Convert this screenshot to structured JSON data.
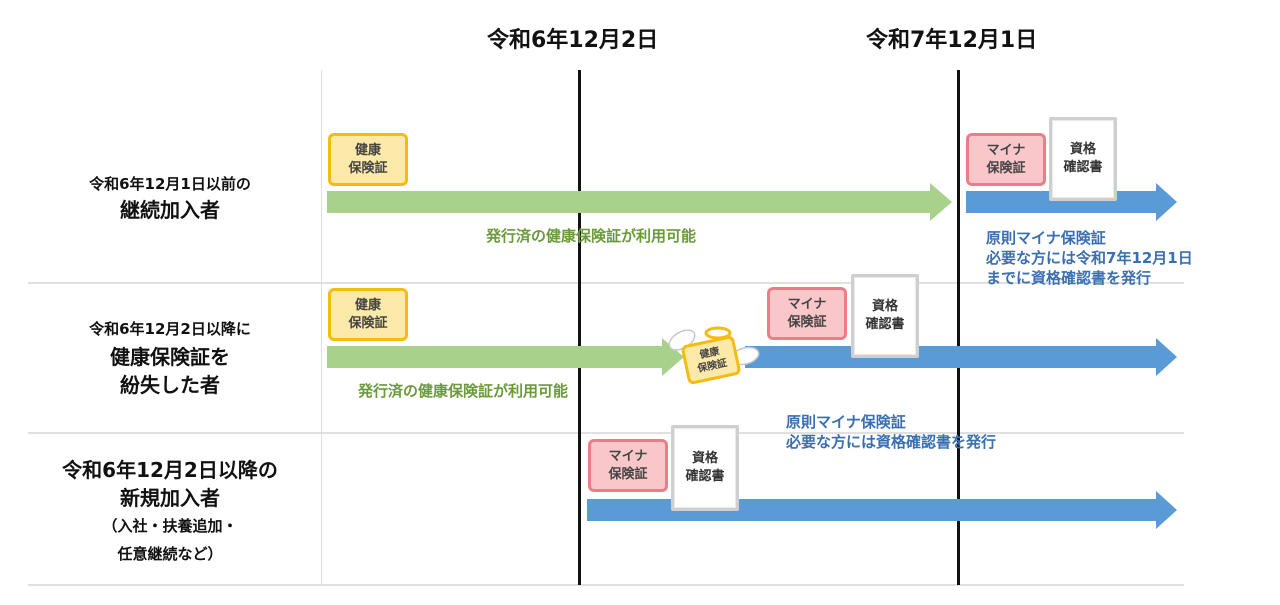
{
  "headers": {
    "date1": "令和6年12月2日",
    "date2": "令和7年12月1日"
  },
  "rows": [
    {
      "label_lines": [
        "令和6年12月1日以前の",
        "継続加入者"
      ]
    },
    {
      "label_lines": [
        "令和6年12月2日以降に",
        "健康保険証を",
        "紛失した者"
      ]
    },
    {
      "label_lines": [
        "令和6年12月2日以降の",
        "新規加入者",
        "（入社・扶養追加・",
        "任意継続など）"
      ]
    }
  ],
  "cards": {
    "kenko": [
      "健康",
      "保険証"
    ],
    "myna": [
      "マイナ",
      "保険証"
    ],
    "shikaku": [
      "資格",
      "確認書"
    ],
    "lost": [
      "健康",
      "保険証"
    ]
  },
  "notes": {
    "row1_green": "発行済の健康保険証が利用可能",
    "row1_blue": [
      "原則マイナ保険証",
      "必要な方には令和7年12月1日",
      "までに資格確認書を発行"
    ],
    "row2_green": "発行済の健康保険証が利用可能",
    "row2_blue": [
      "原則マイナ保険証",
      "必要な方には資格確認書を発行"
    ]
  },
  "colors": {
    "green": "#a8d18c",
    "blue": "#5b9bd5",
    "green_text": "#6b9a3c",
    "blue_text": "#3a6fb0"
  }
}
